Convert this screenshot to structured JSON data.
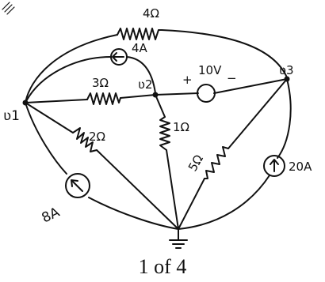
{
  "nodes": {
    "v1": "ʋ1",
    "v2": "ʋ2",
    "v3": "ʋ3"
  },
  "resistors": {
    "r_top": "4Ω",
    "r_3": "3Ω",
    "r_2": "2Ω",
    "r_1": "1Ω",
    "r_5": "5Ω"
  },
  "sources": {
    "current_4a": "4A",
    "current_8a": "8A",
    "current_20a": "20A",
    "voltage_plus": "+",
    "voltage_value": "10V",
    "voltage_minus": "−"
  },
  "page": {
    "label": "1 of 4"
  },
  "colors": {
    "ink": "#111111",
    "background": "#ffffff"
  }
}
